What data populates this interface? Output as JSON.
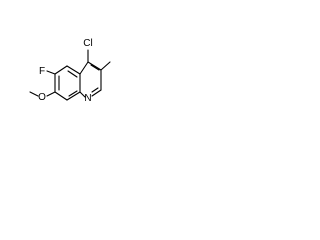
{
  "molecule": {
    "atoms": {
      "chlorine": "Cl",
      "fluorine": "F",
      "oxygen": "O",
      "nitrogen": "N"
    }
  }
}
